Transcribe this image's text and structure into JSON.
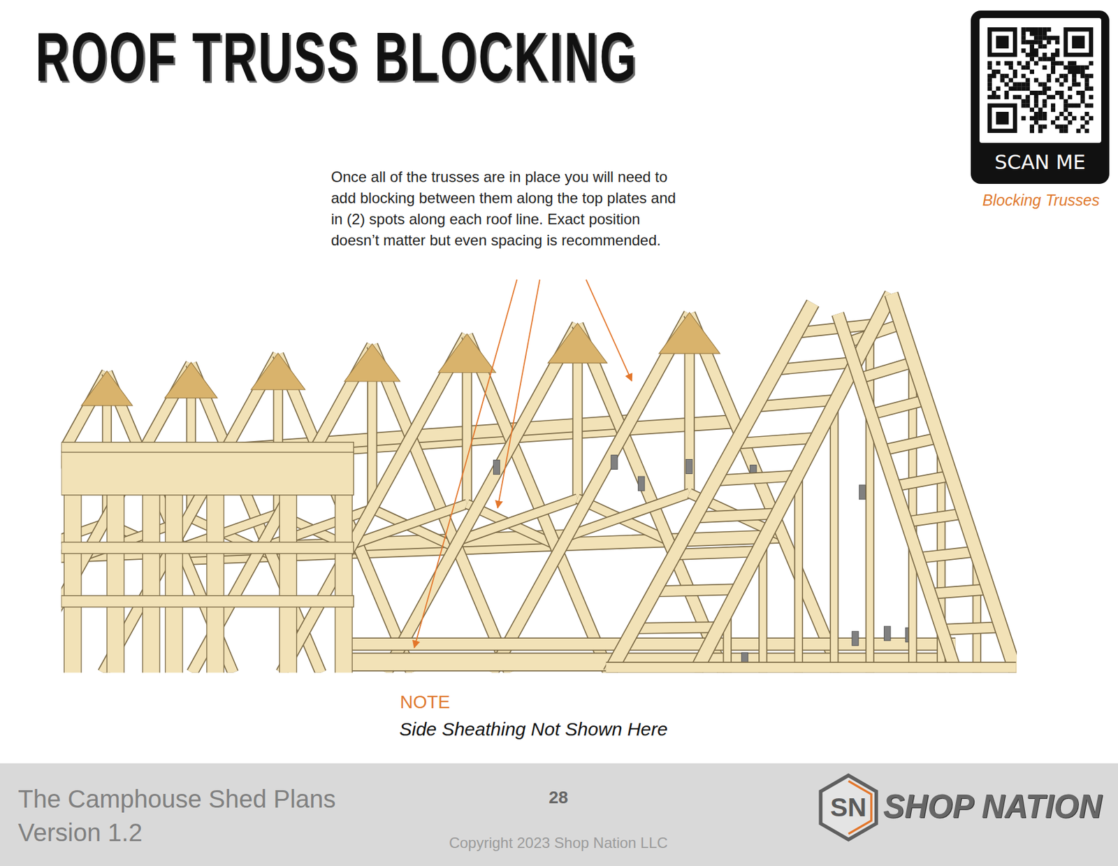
{
  "diagram": {
    "title": "ROOF TRUSS BLOCKING",
    "nodes": [
      {
        "text": [
          "SCAN ME"
        ]
      }
    ],
    "labels": [
      "Once all of the trusses are in place you will need to add blocking between them along the top plates and in (2) spots along each roof line. Exact position doesn’t matter but even spacing is recommended.",
      "Blocking Trusses",
      "NOTE",
      "Side Sheathing Not Shown Here",
      "The Camphouse Shed Plans",
      "Version 1.2",
      "28",
      "Copyright 2023 Shop Nation LLC",
      "SN",
      "SHOP NATION"
    ]
  }
}
